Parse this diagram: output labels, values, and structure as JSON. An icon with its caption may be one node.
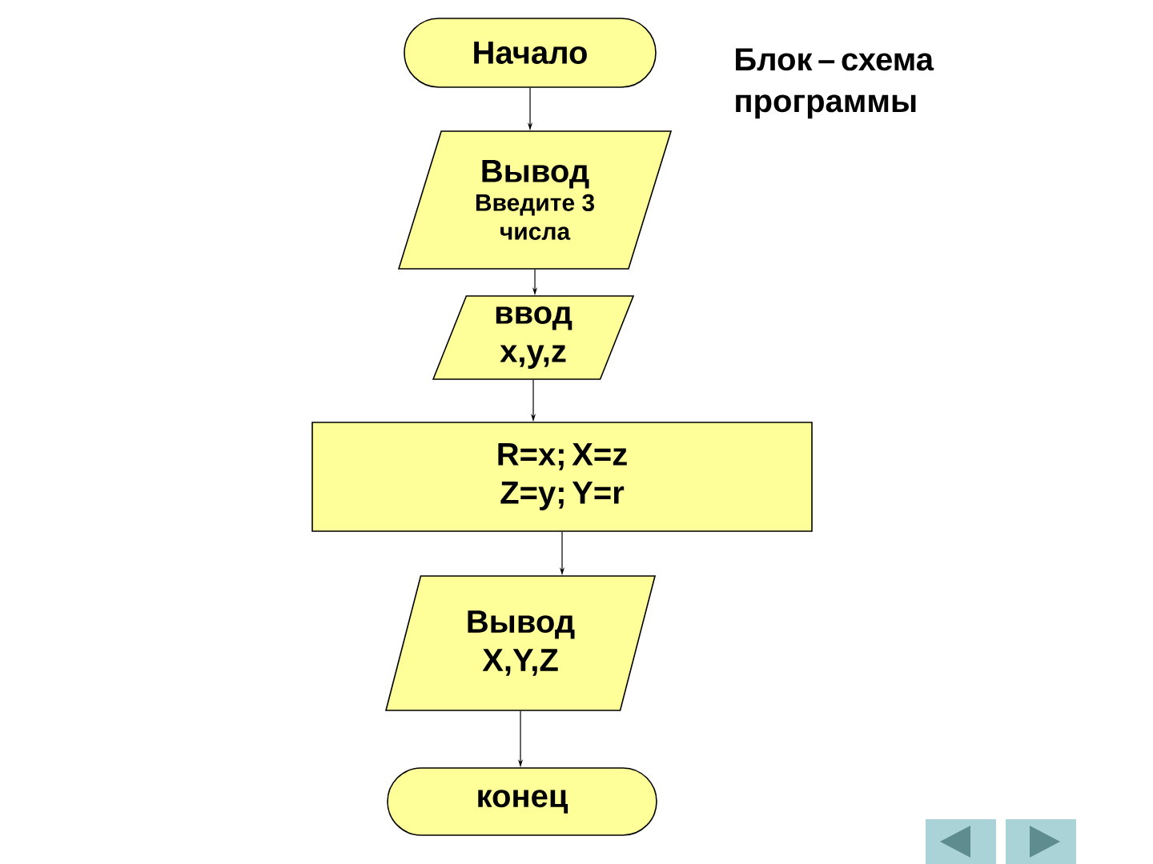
{
  "diagram": {
    "title": "Блок – схема программы",
    "nodes": [
      {
        "text": [
          "Начало"
        ]
      },
      {
        "text": [
          "Вывод",
          "Введите 3 числа"
        ]
      },
      {
        "text": [
          "ввод x,y,z"
        ]
      },
      {
        "text": [
          "R=x; X=z",
          "Z=y; Y=r"
        ]
      },
      {
        "text": [
          "Вывод X,Y,Z"
        ]
      },
      {
        "text": [
          "конец"
        ]
      }
    ],
    "edges": [
      {
        "from": 0,
        "to": 1,
        "arrow": "to"
      },
      {
        "from": 1,
        "to": 2,
        "arrow": "to"
      },
      {
        "from": 2,
        "to": 3,
        "arrow": "to"
      },
      {
        "from": 3,
        "to": 4,
        "arrow": "to"
      },
      {
        "from": 4,
        "to": 5,
        "arrow": "to"
      }
    ]
  }
}
